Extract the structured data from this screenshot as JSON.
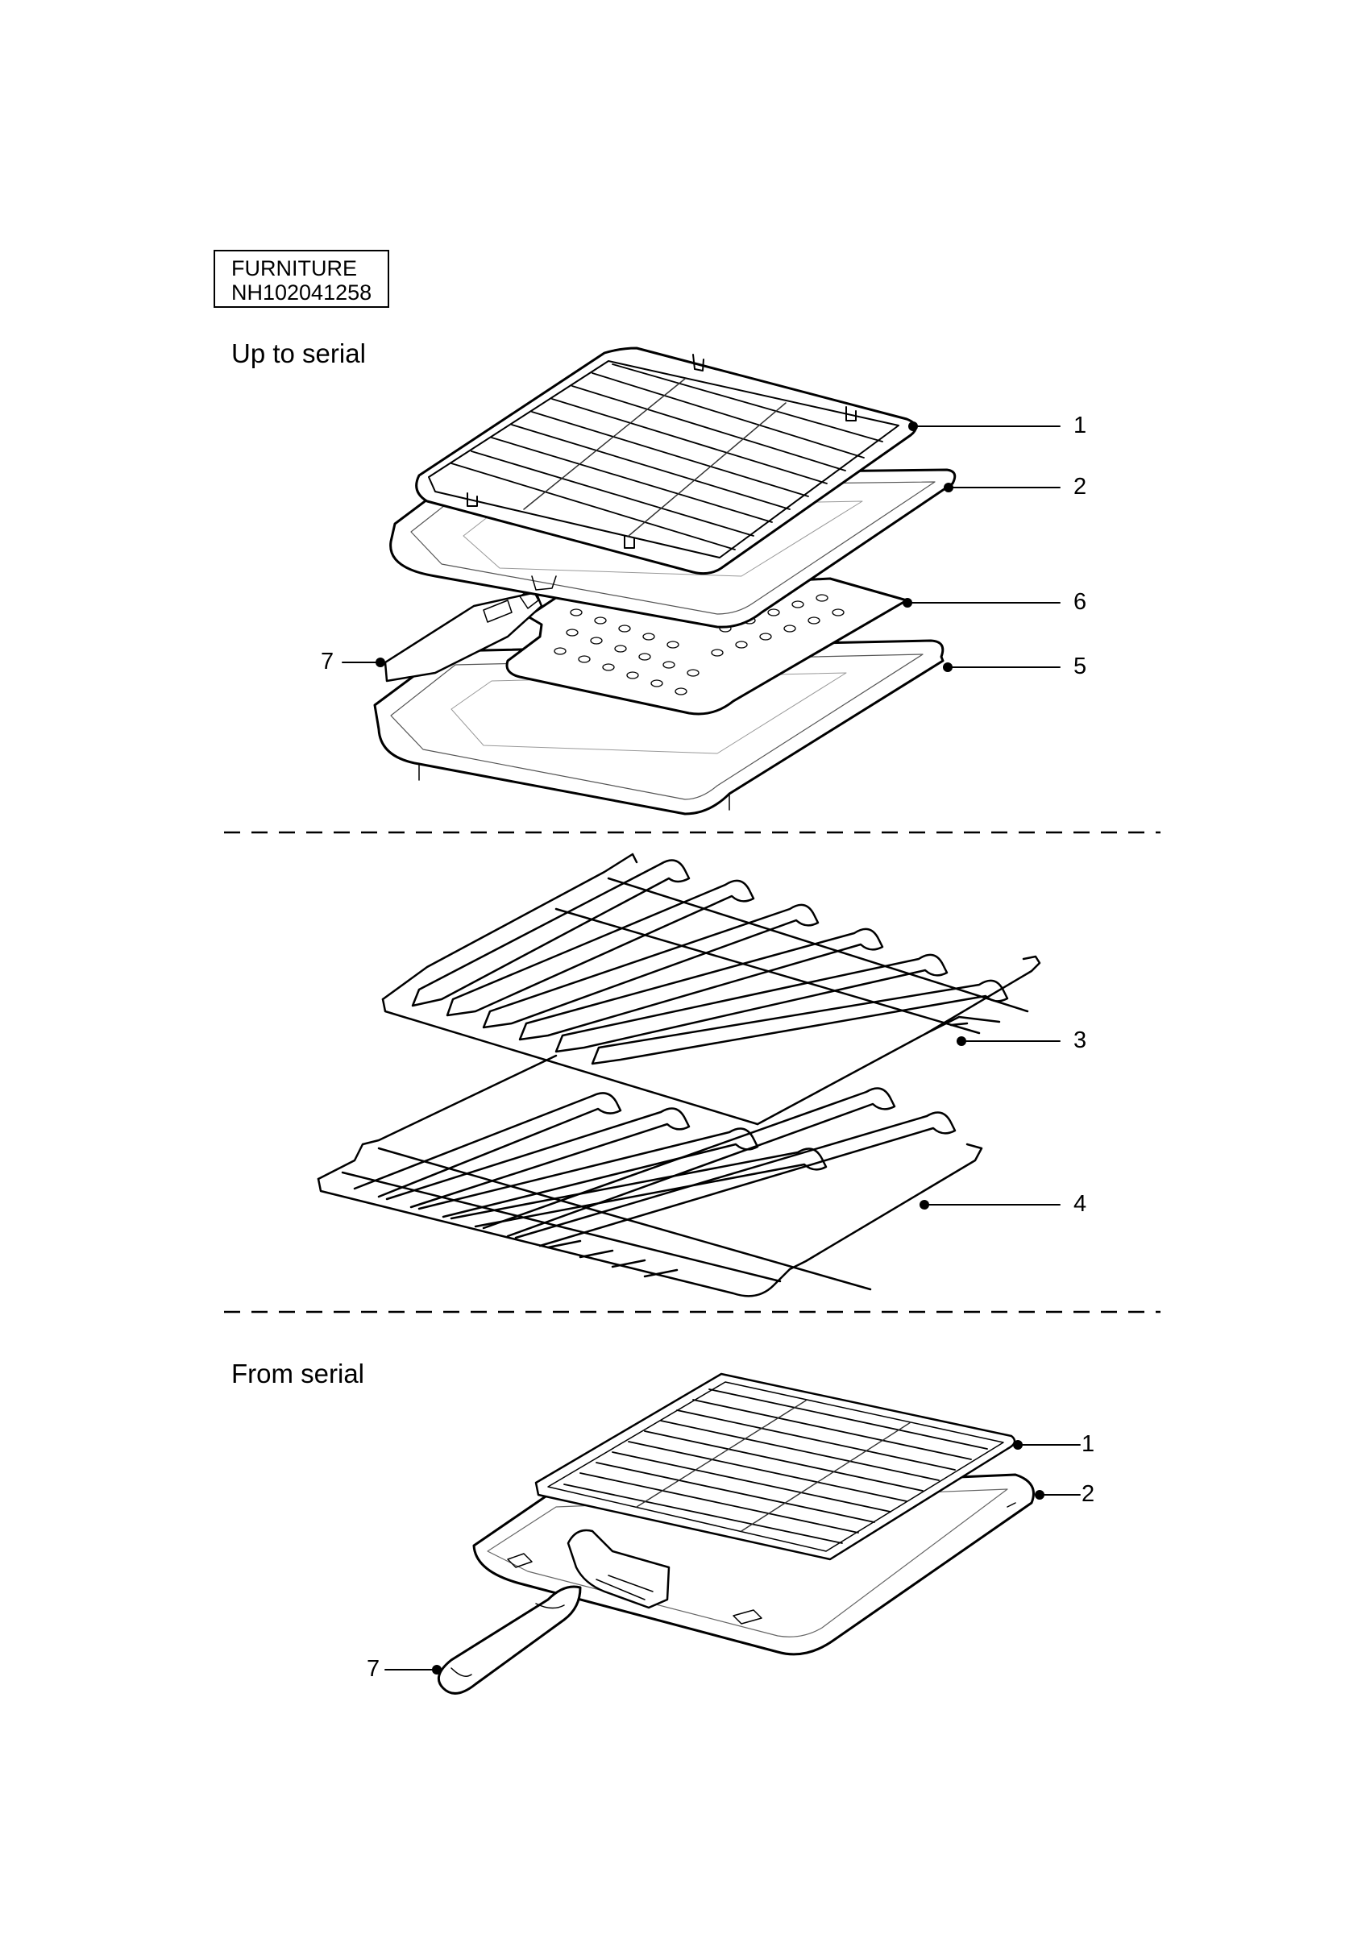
{
  "header": {
    "label_line1": "FURNITURE",
    "label_line2": "NH102041258"
  },
  "sections": {
    "top_title": "Up to serial",
    "bottom_title": "From serial"
  },
  "callouts": {
    "top": [
      "1",
      "2",
      "6",
      "7",
      "5"
    ],
    "middle": [
      "3",
      "4"
    ],
    "bottom": [
      "1",
      "2",
      "7"
    ]
  }
}
